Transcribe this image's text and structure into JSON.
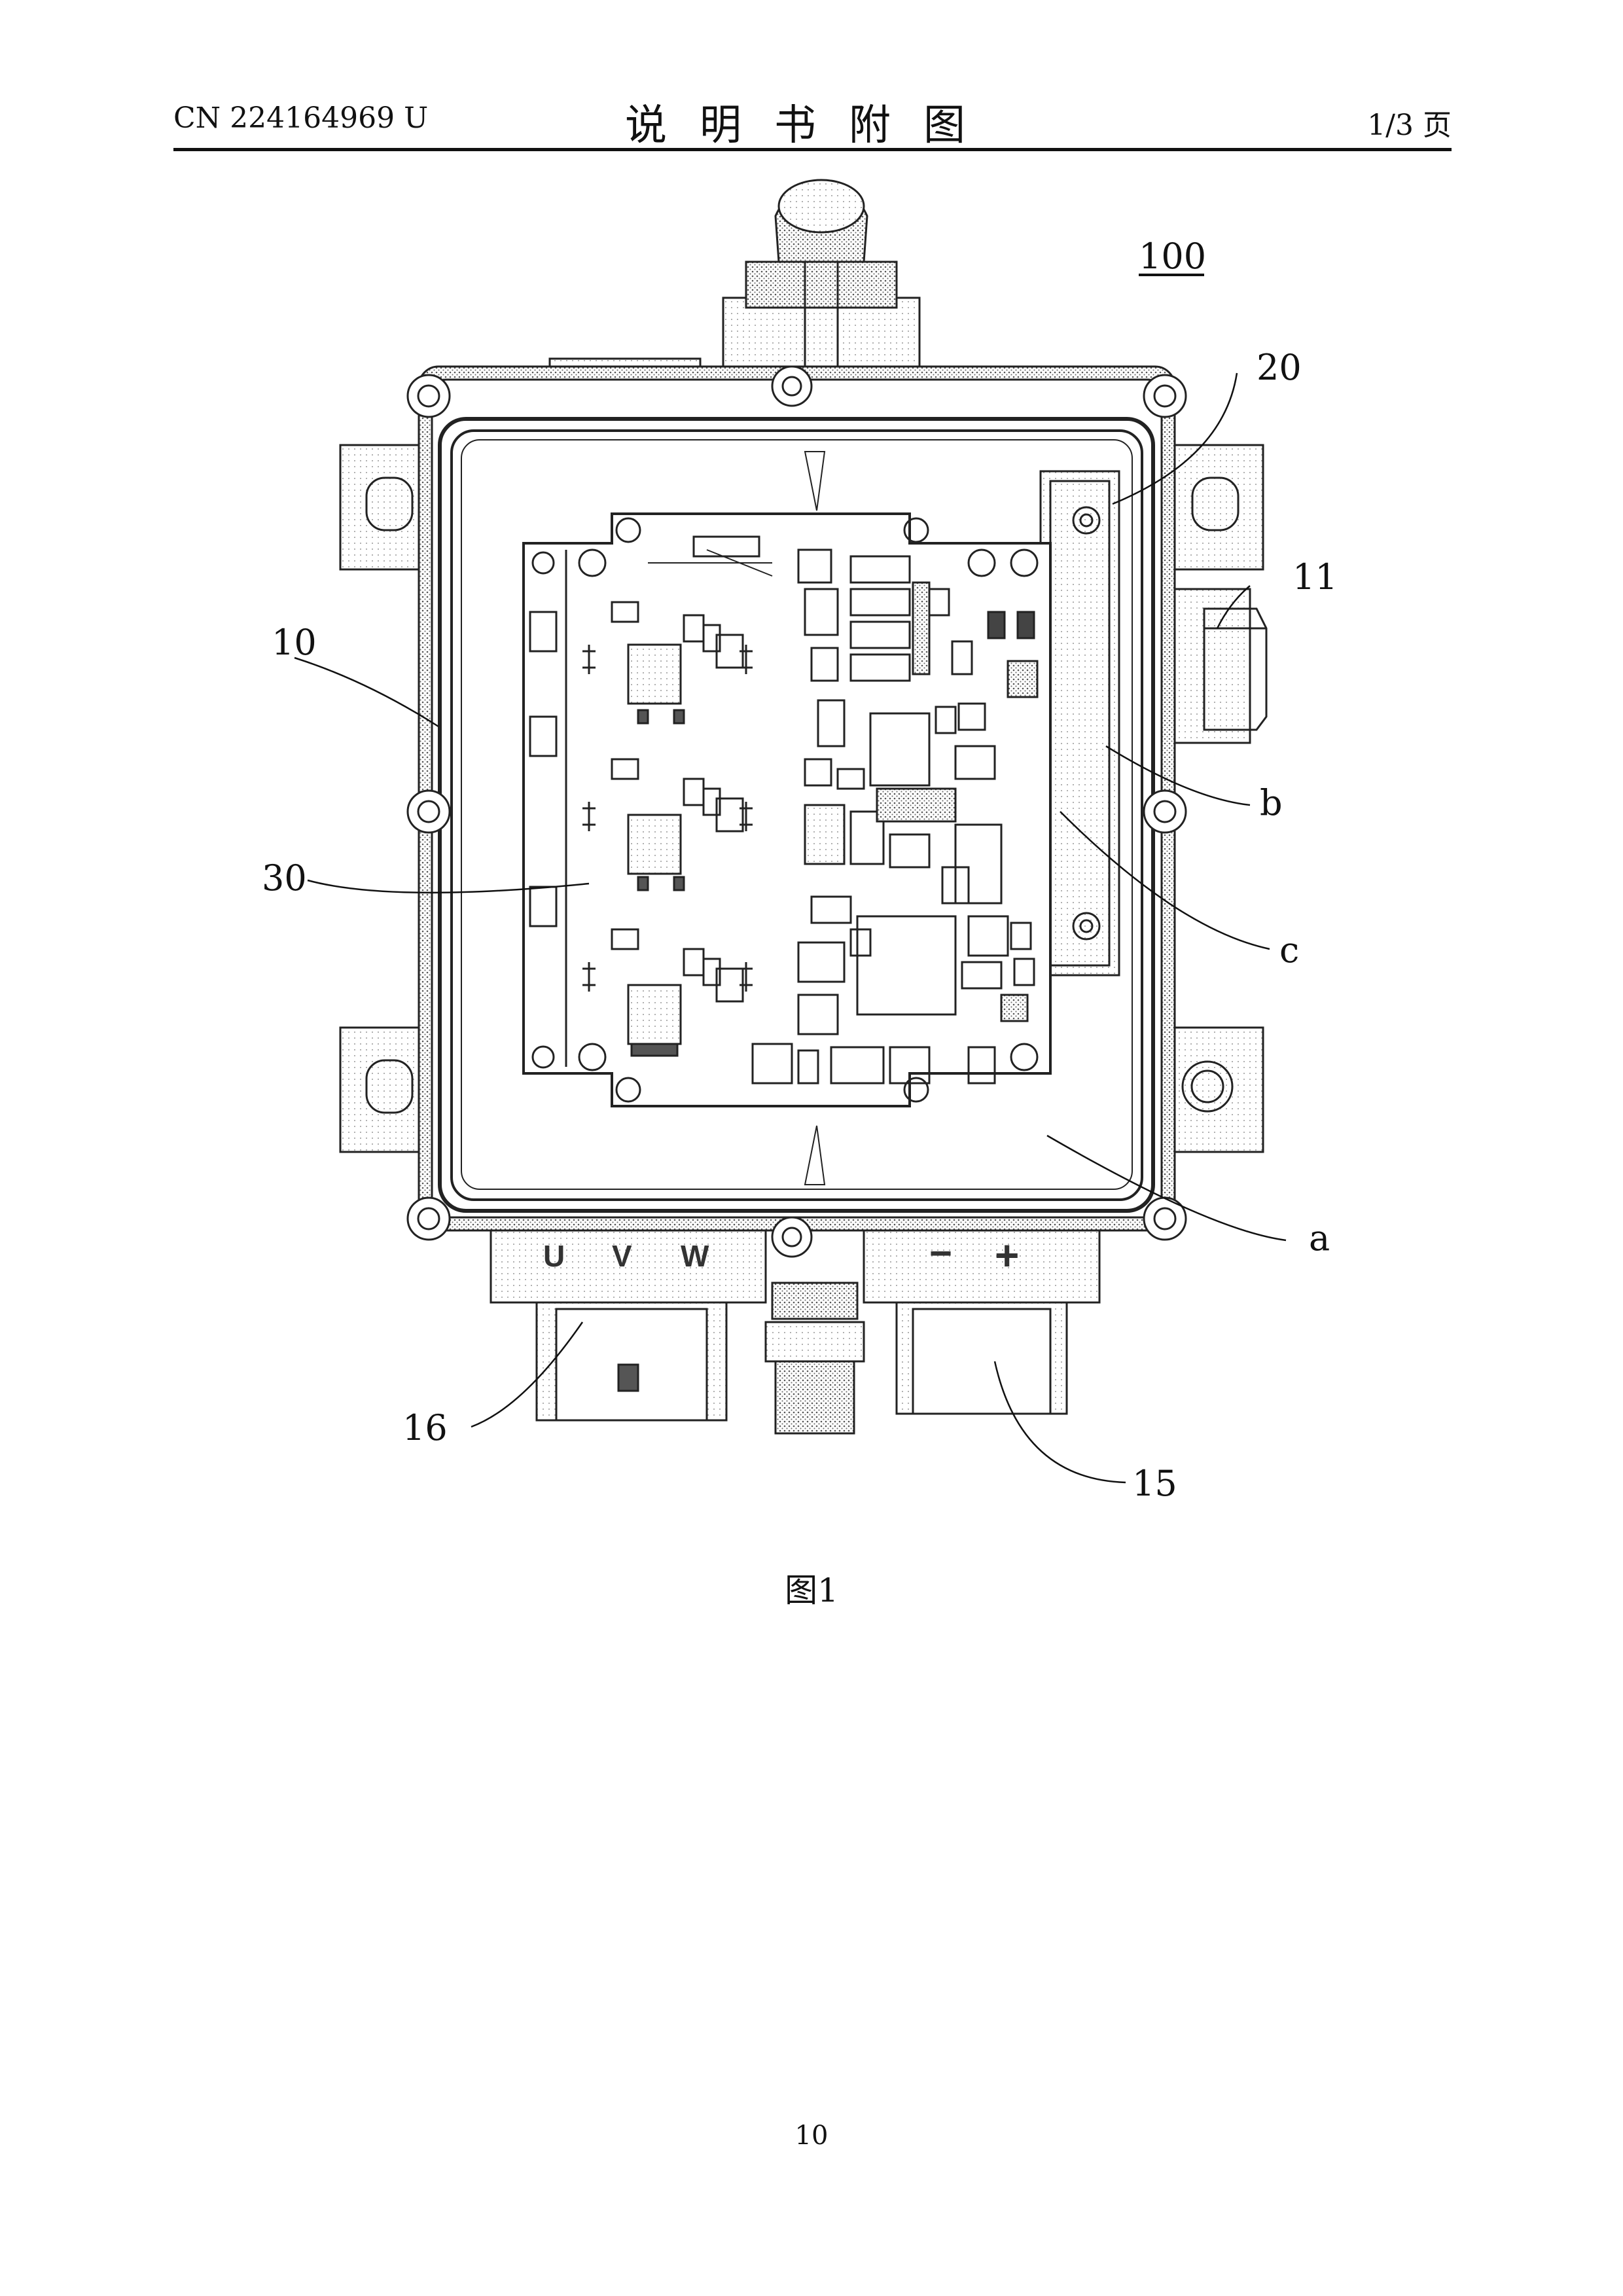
{
  "header": {
    "publication_number": "CN 224164969 U",
    "title": "说明书附图",
    "page_indicator": "1/3 页"
  },
  "figure": {
    "assembly_label": "100",
    "labels": {
      "l20": "20",
      "l11": "11",
      "l10": "10",
      "lb": "b",
      "l30": "30",
      "lc": "c",
      "la": "a",
      "l16": "16",
      "l15": "15"
    },
    "connector_marks": {
      "u": "U",
      "v": "V",
      "w": "W",
      "minus": "−",
      "plus": "+"
    },
    "caption": "图1"
  },
  "footer": {
    "page_number": "10"
  }
}
